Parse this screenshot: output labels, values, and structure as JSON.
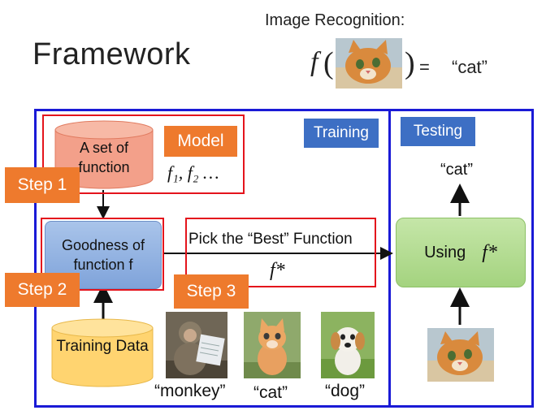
{
  "slide": {
    "title": "Framework",
    "image_recognition": {
      "label": "Image Recognition:",
      "func": "f",
      "equals": "=",
      "output": "“cat”"
    }
  },
  "panels": {
    "training_label": "Training",
    "testing_label": "Testing"
  },
  "model": {
    "cylinder_text": "A set of function",
    "tag": "Model",
    "functions": "f₁, f₂ …"
  },
  "steps": {
    "step1": "Step 1",
    "step2": "Step 2",
    "step3": "Step 3"
  },
  "goodness": {
    "text": "Goodness of function f"
  },
  "pick_best": {
    "text": "Pick the “Best” Function",
    "fstar": "f*"
  },
  "training_data": {
    "text": "Training Data",
    "examples": [
      {
        "label": "“monkey”",
        "icon": "monkey-photo"
      },
      {
        "label": "“cat”",
        "icon": "cat-photo"
      },
      {
        "label": "“dog”",
        "icon": "dog-photo"
      }
    ]
  },
  "testing": {
    "output": "“cat”",
    "using_text": "Using",
    "fstar": "f*",
    "input_icon": "cat-photo"
  },
  "colors": {
    "frame_blue": "#1a1ad6",
    "red_box": "#e4141c",
    "tag_orange": "#ee7a2d",
    "tag_blue": "#3d6fc4",
    "model_cylinder": "#f3a08a",
    "data_cylinder": "#ffd470",
    "goodness_box": "#8fb1e2",
    "using_box": "#b3dc90"
  }
}
